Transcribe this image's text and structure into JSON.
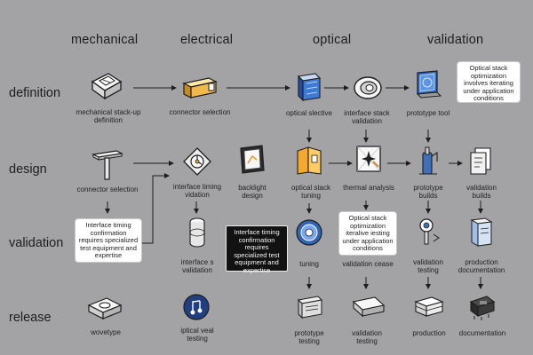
{
  "columns": [
    "mechanical",
    "electrical",
    "optical",
    "validation"
  ],
  "rows": [
    "definition",
    "design",
    "validation",
    "release"
  ],
  "nodes": {
    "def_mech": "mechanical stack-up definition",
    "def_elec": "connector selection",
    "def_opt": "optical slective",
    "def_iface": "interface stack validation",
    "def_proto": "prototype tool",
    "des_conn": "connector selection",
    "des_iface": "interface timing vidation",
    "des_back": "backlight design",
    "des_stack": "optical stack tuning",
    "des_thermal": "thermal analysis",
    "des_proto": "prototype builds",
    "des_valid": "validation builds",
    "val_iface": "interface s validation",
    "val_tuning": "tuning",
    "val_cease": "validation cease",
    "val_testing": "validation testing",
    "val_prod": "production documentation",
    "rel_proto": "wovetype",
    "rel_optical": "iptical veal testing",
    "rel_ptest": "prototype testing",
    "rel_vtest": "validation testing",
    "rel_prod": "production",
    "rel_doc": "documentation"
  },
  "notes": {
    "top_right": "Optical stack optimization involves iterating under application conditions",
    "left_timing": "Interface timing confirmation requires specialized test equipment and expertise",
    "center_timing": "Interface timing confirmation requires specialized test equipment and expertise",
    "center_stack": "Optical stack optimization iteralive iesting under application conditions"
  }
}
